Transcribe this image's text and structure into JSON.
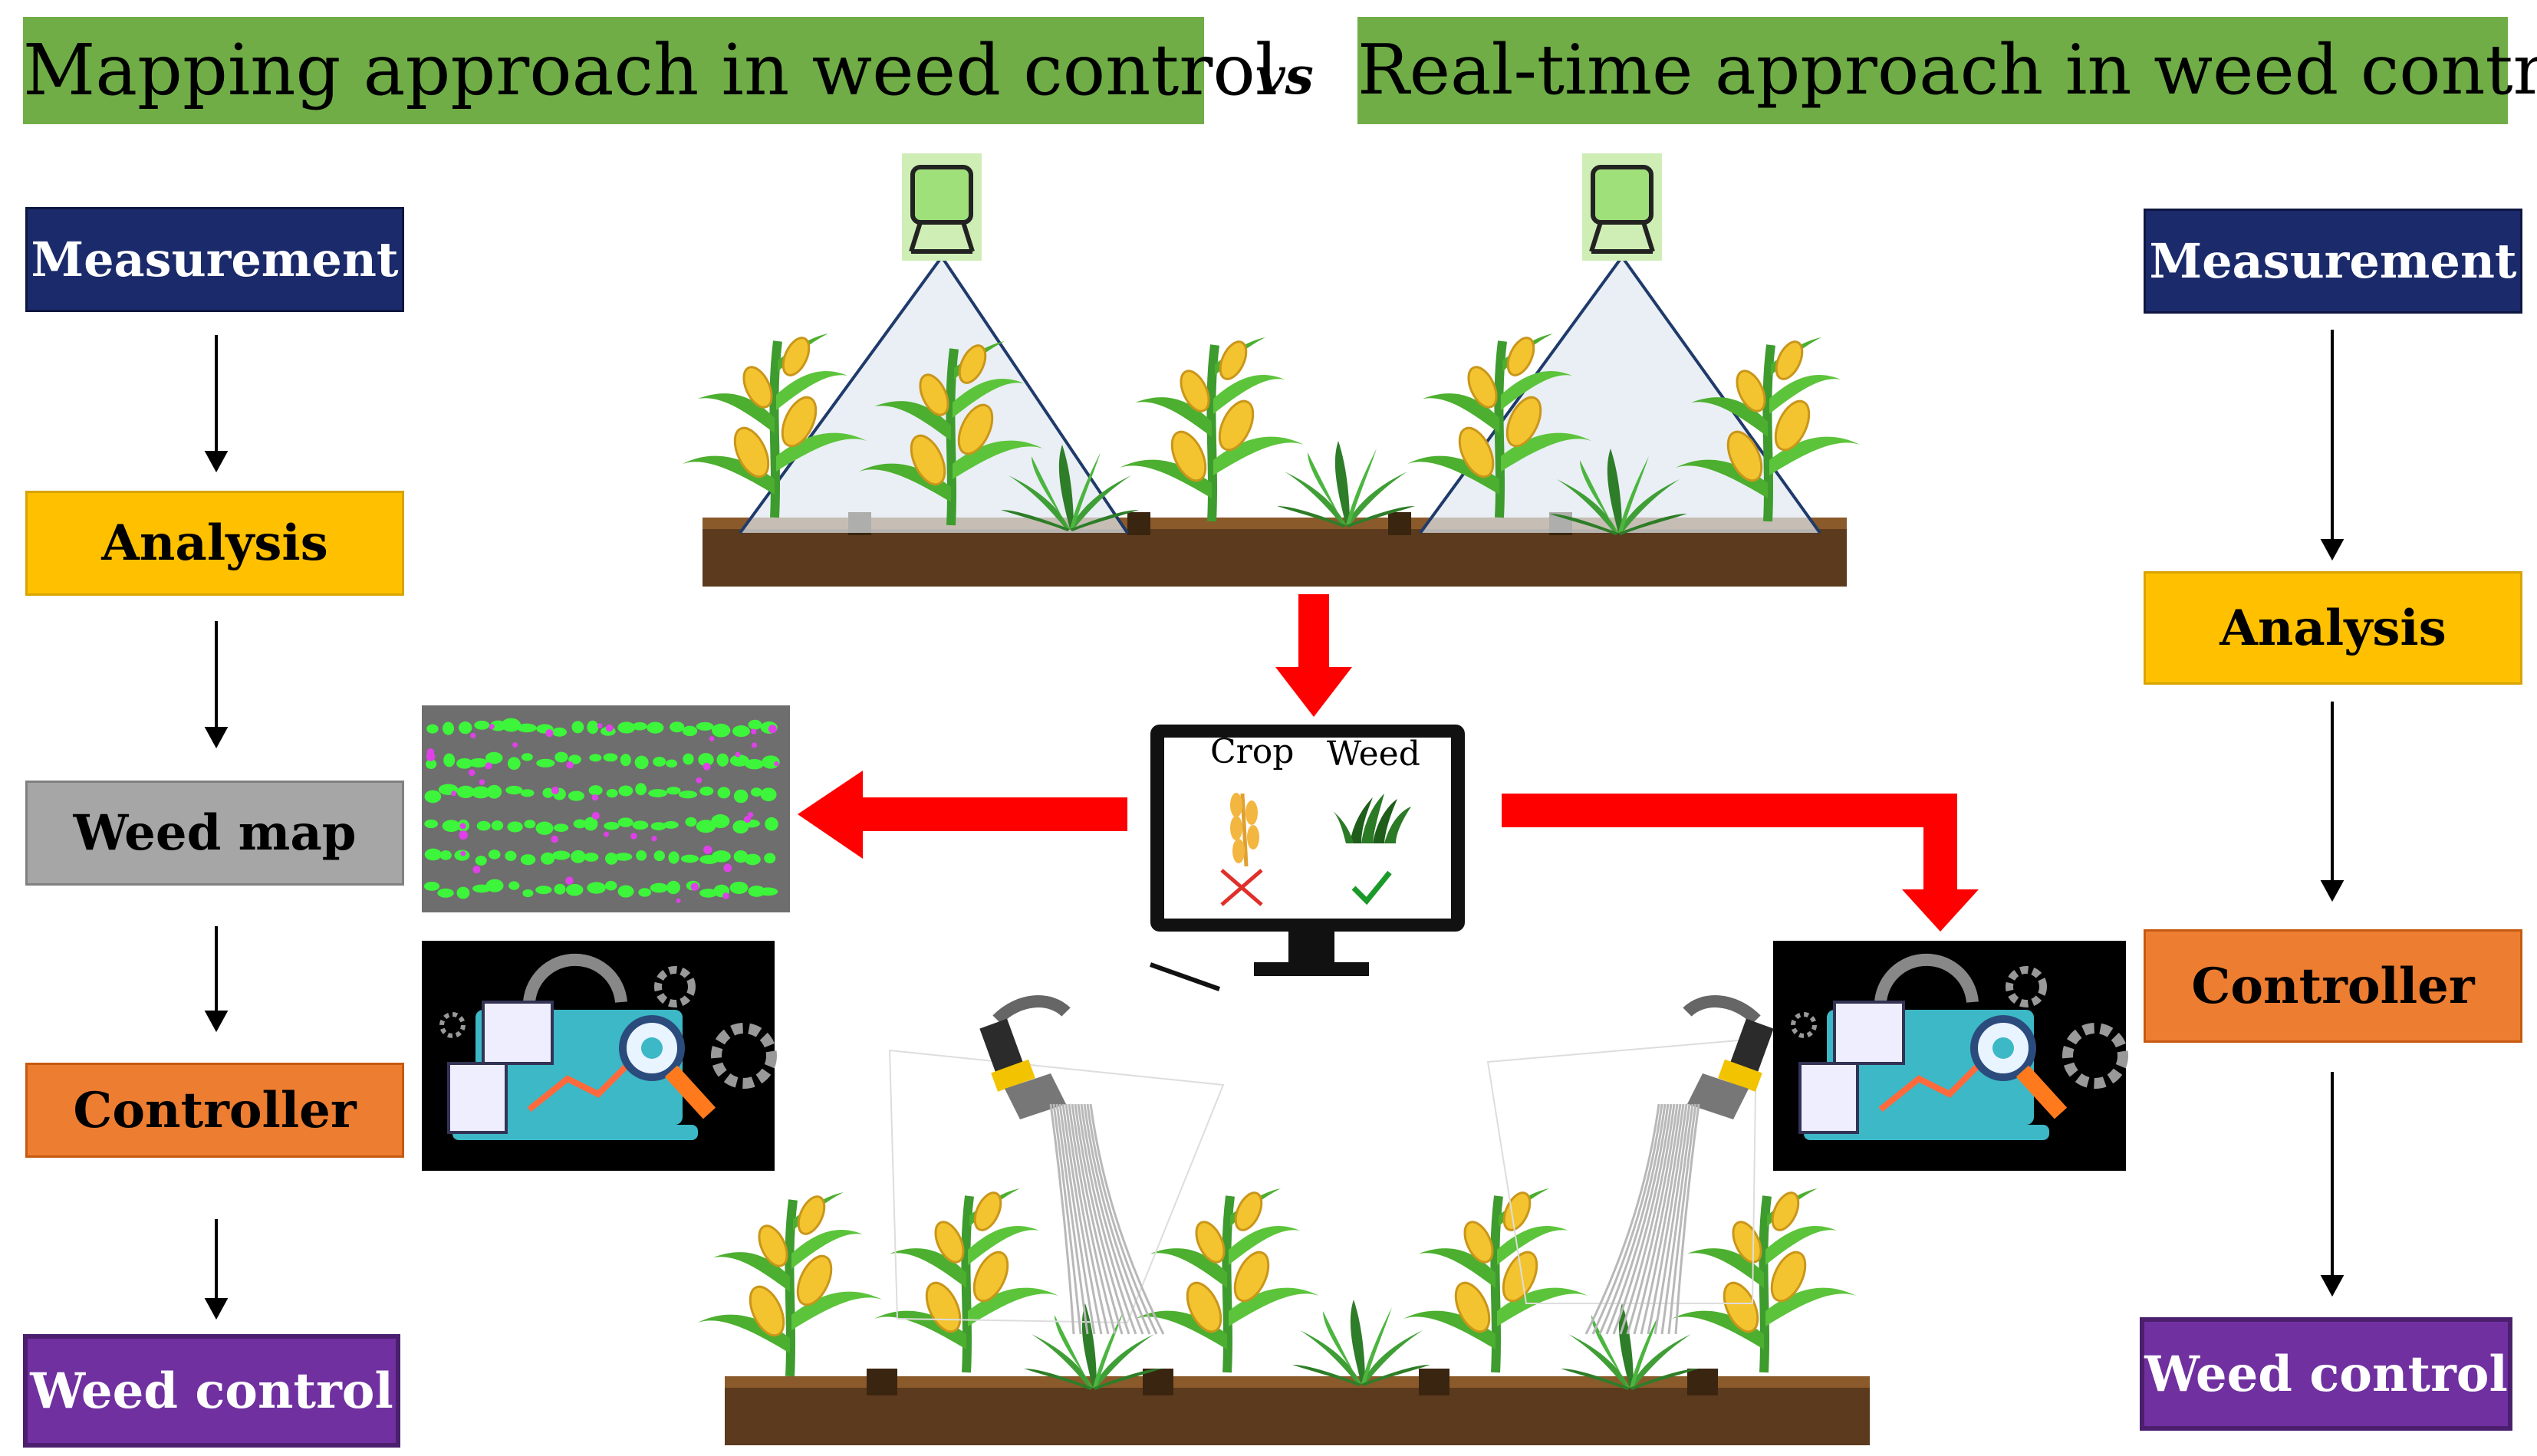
{
  "titles": {
    "mapping": "Mapping approach in weed control",
    "vs": "vs",
    "realtime": "Real-time approach in weed control"
  },
  "left_flow": {
    "measurement": "Measurement",
    "analysis": "Analysis",
    "weed_map": "Weed map",
    "controller": "Controller",
    "weed_control": "Weed control"
  },
  "right_flow": {
    "measurement": "Measurement",
    "analysis": "Analysis",
    "controller": "Controller",
    "weed_control": "Weed control"
  },
  "monitor": {
    "crop_label": "Crop",
    "weed_label": "Weed"
  },
  "colors": {
    "title_bg": "#70ad47",
    "measurement": "#1b2a6b",
    "analysis": "#ffc000",
    "weed_map": "#a6a6a6",
    "controller": "#ed7d31",
    "weed_control": "#7030a0",
    "arrow": "#ff0000"
  }
}
